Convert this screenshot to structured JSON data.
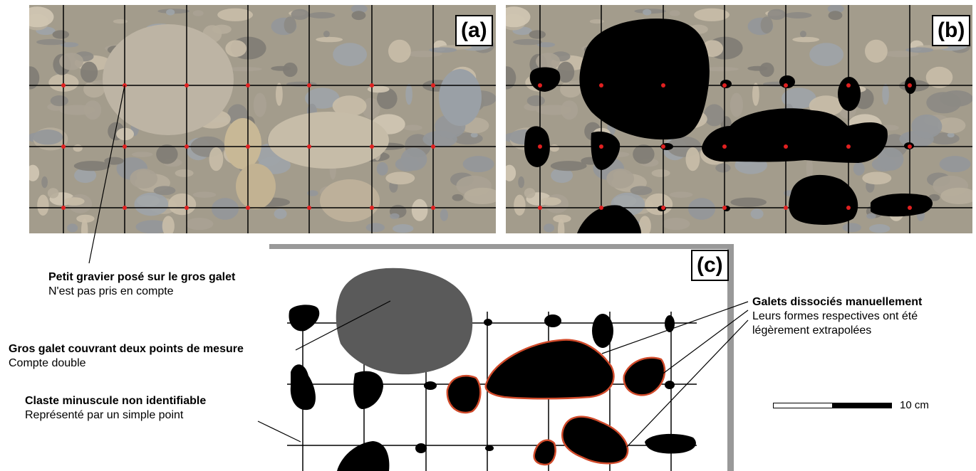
{
  "panels": {
    "a": {
      "label": "(a)"
    },
    "b": {
      "label": "(b)"
    },
    "c": {
      "label": "(c)"
    }
  },
  "annotations": {
    "petit_gravier": {
      "title": "Petit gravier posé sur le gros galet",
      "sub": "N'est pas pris en compte"
    },
    "gros_galet": {
      "title": "Gros galet couvrant deux points de mesure",
      "sub": "Compte double"
    },
    "claste": {
      "title": "Claste minuscule non identifiable",
      "sub": "Représenté par un simple point"
    },
    "galets_dissocies": {
      "title": "Galets dissociés manuellement",
      "sub1": "Leurs formes respectives ont été",
      "sub2": "légèrement extrapolées"
    }
  },
  "scale_bar": {
    "label": "10 cm"
  },
  "colors": {
    "grid_line": "#000000",
    "measure_point": "#e02020",
    "clast_fill": "#000000",
    "large_clast_fill": "#5a5a5a",
    "dissociated_outline": "#d04a2a",
    "frame": "#999999",
    "gravel_base": "#a39c8c"
  }
}
